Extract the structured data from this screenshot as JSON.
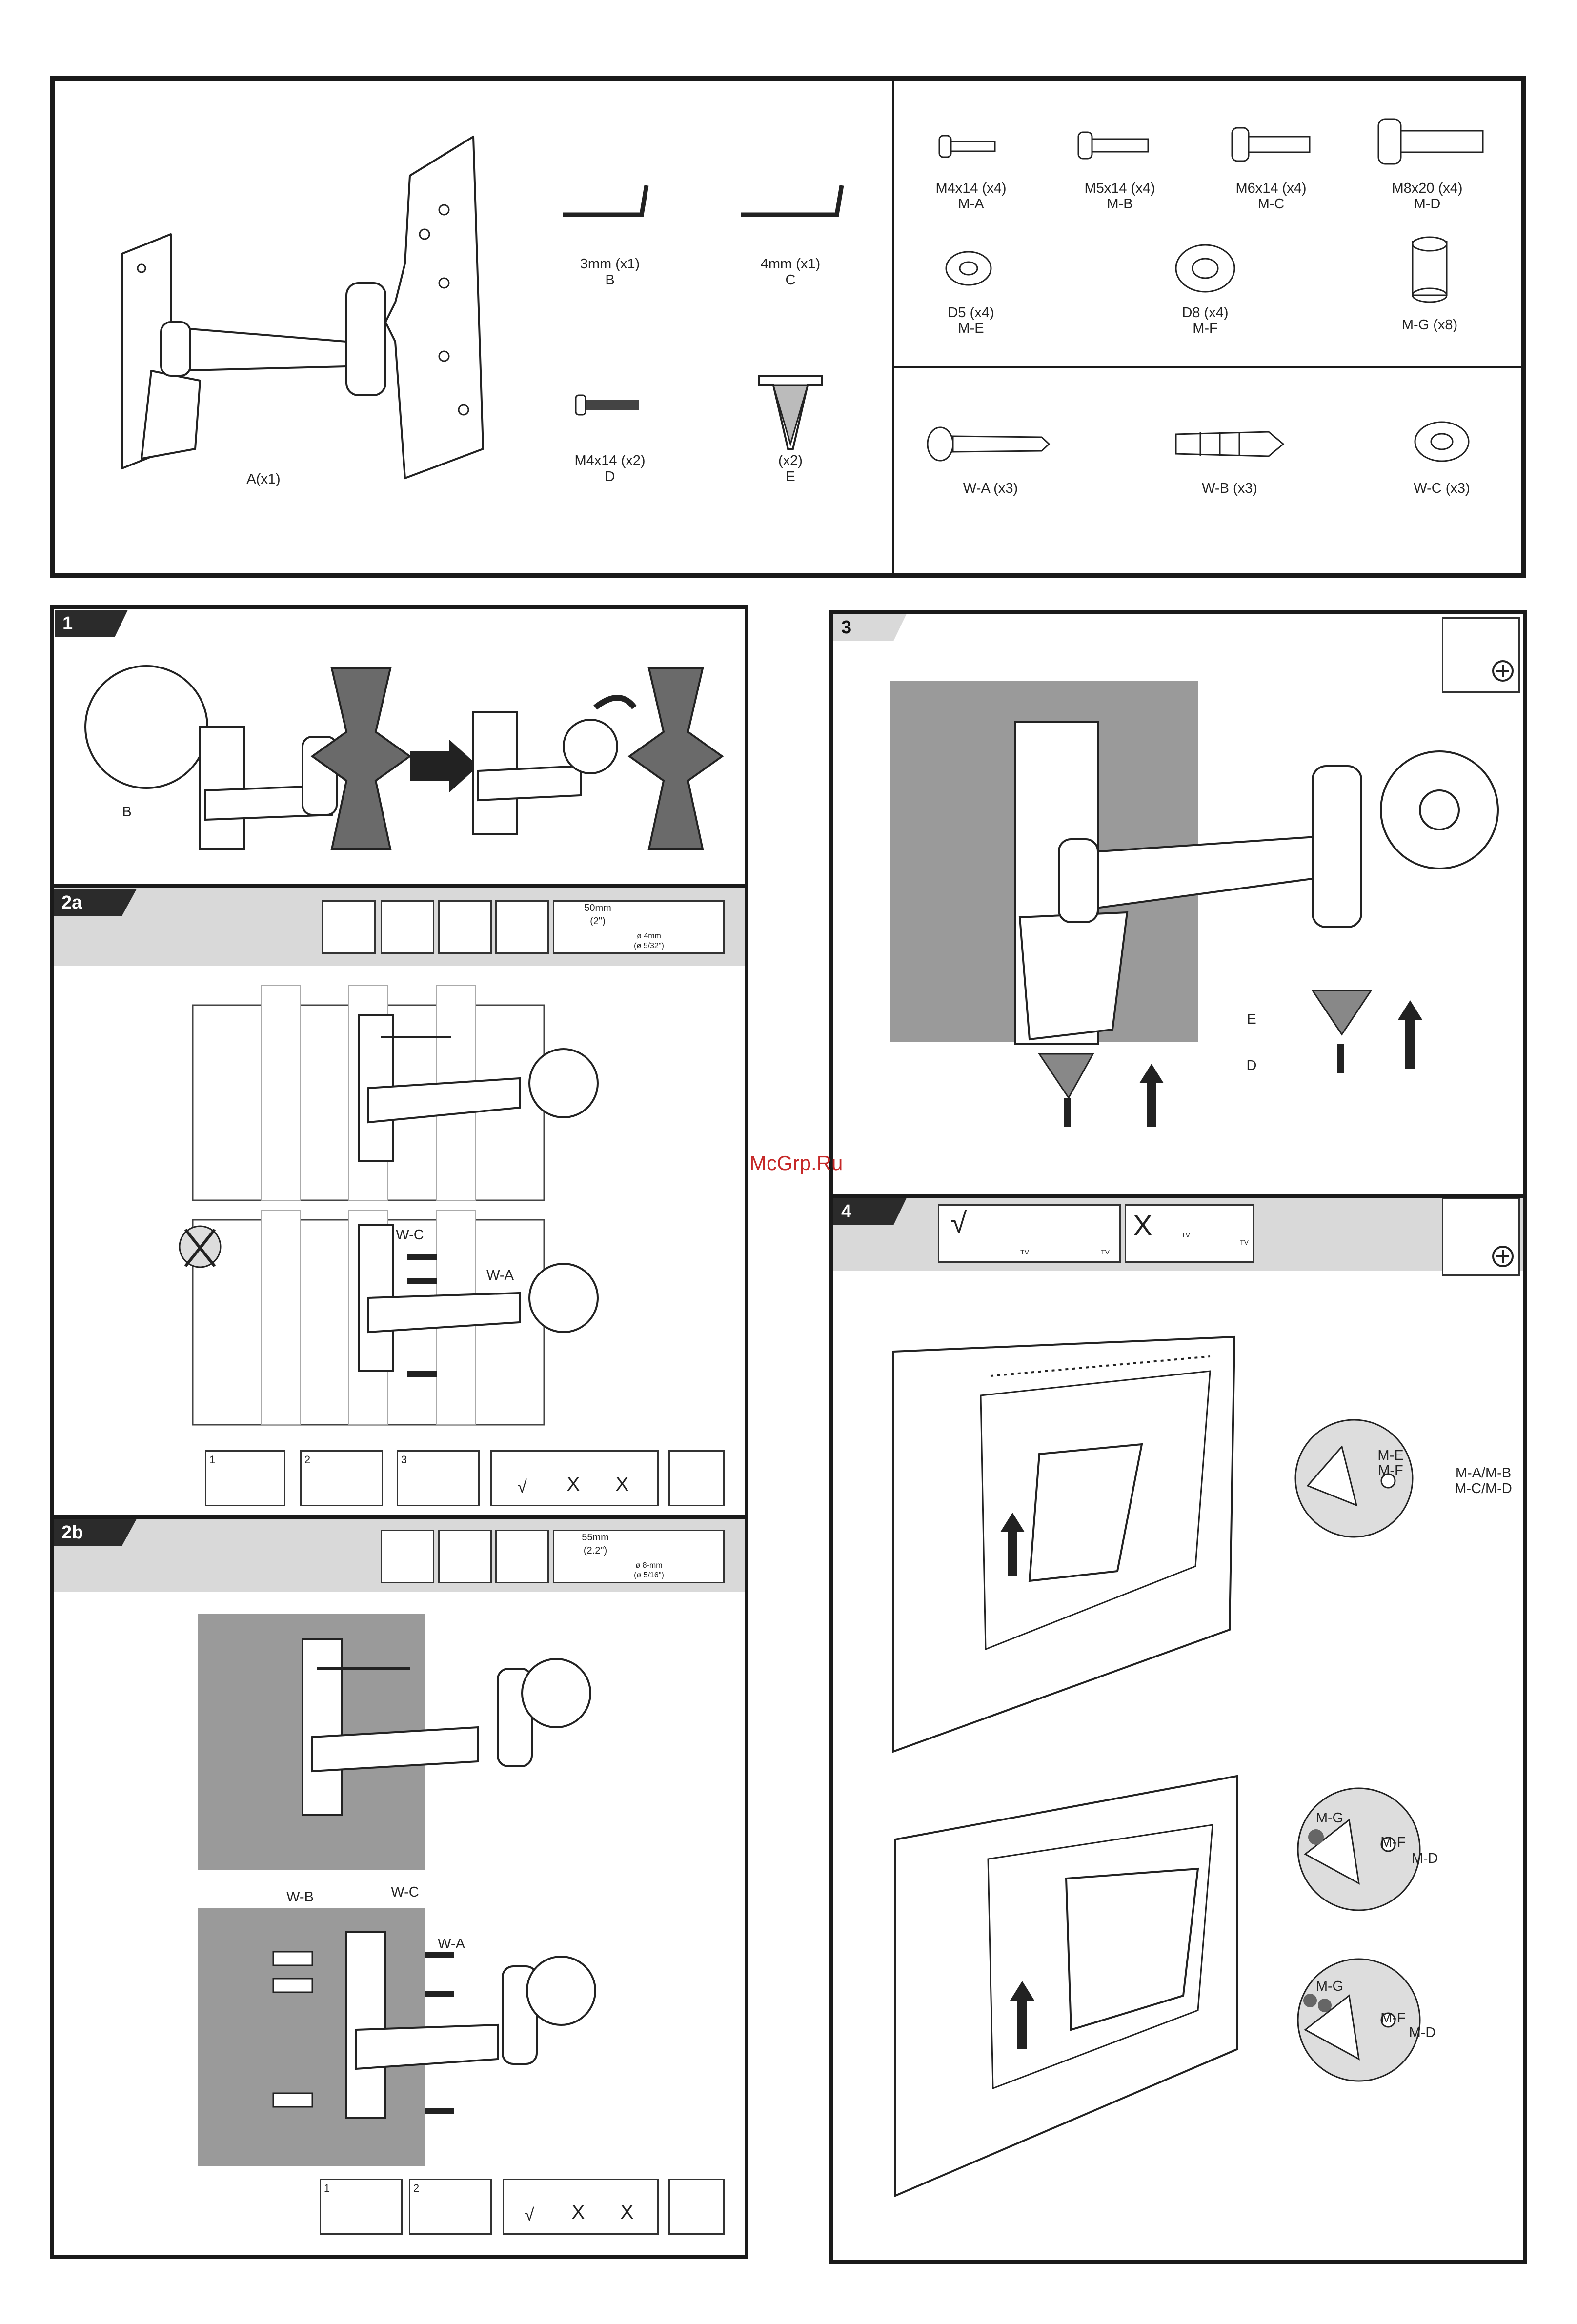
{
  "watermark": "McGrp.Ru",
  "parts_top": {
    "A": "A(x1)",
    "B": [
      "3mm (x1)",
      "B"
    ],
    "C": [
      "4mm (x1)",
      "C"
    ],
    "D": [
      "M4x14 (x2)",
      "D"
    ],
    "E": [
      "(x2)",
      "E"
    ]
  },
  "parts_monitor": [
    {
      "size": "M4x14 (x4)",
      "code": "M-A"
    },
    {
      "size": "M5x14 (x4)",
      "code": "M-B"
    },
    {
      "size": "M6x14 (x4)",
      "code": "M-C"
    },
    {
      "size": "M8x20 (x4)",
      "code": "M-D"
    },
    {
      "size": "D5 (x4)",
      "code": "M-E"
    },
    {
      "size": "D8 (x4)",
      "code": "M-F"
    },
    {
      "size": "M-G (x8)",
      "code": ""
    }
  ],
  "parts_wall": [
    {
      "label": "W-A (x3)"
    },
    {
      "label": "W-B (x3)"
    },
    {
      "label": "W-C (x3)"
    }
  ],
  "steps": {
    "s1": {
      "tab": "1",
      "callout": "B"
    },
    "s2a": {
      "tab": "2a",
      "dim1": "50mm",
      "dim2": "(2\")",
      "drill1": "ø 4mm",
      "drill2": "(ø 5/32\")",
      "callout_wc": "W-C",
      "callout_wa": "W-A",
      "seq": [
        "1",
        "2",
        "3"
      ],
      "check": "√",
      "cross": "X"
    },
    "s2b": {
      "tab": "2b",
      "dim1": "55mm",
      "dim2": "(2.2\")",
      "drill1": "ø 8-mm",
      "drill2": "(ø 5/16\")",
      "callout_wb": "W-B",
      "callout_wc": "W-C",
      "callout_wa": "W-A",
      "seq": [
        "1",
        "2"
      ],
      "check": "√",
      "cross": "X"
    },
    "s3": {
      "tab": "3",
      "callout_e": "E",
      "callout_d": "D"
    },
    "s4": {
      "tab": "4",
      "tv": "TV",
      "check": "√",
      "cross": "X",
      "det1": [
        "M-E",
        "M-F",
        "M-A/M-B",
        "M-C/M-D"
      ],
      "det2": [
        "M-G",
        "M-F",
        "M-D"
      ],
      "det3": [
        "M-G",
        "M-F",
        "M-D"
      ]
    }
  }
}
